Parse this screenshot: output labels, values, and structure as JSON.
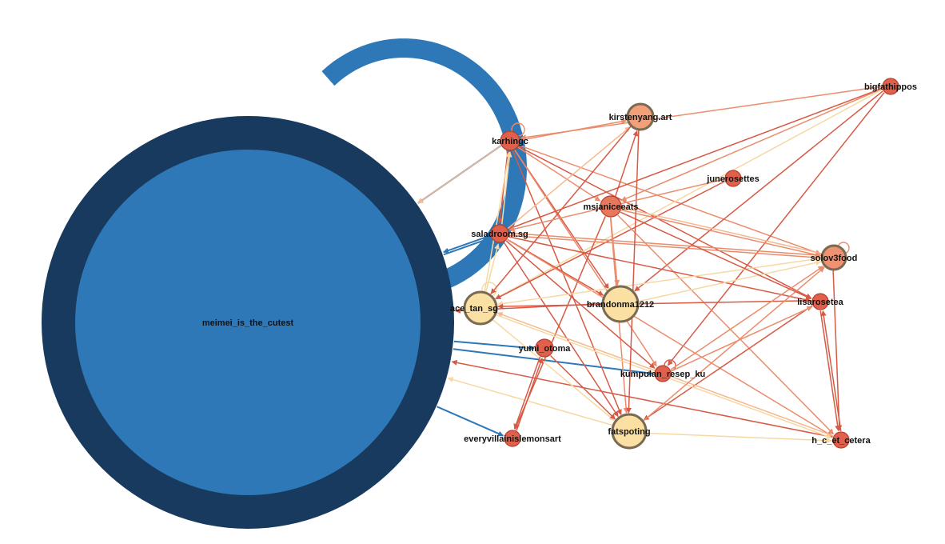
{
  "nodes": [
    {
      "id": "meimei",
      "label": "meimei_is_the_cutest",
      "color": "#2e78b7",
      "stroke": "#173a5e"
    },
    {
      "id": "karhingc",
      "label": "karhingc",
      "color": "#e0604b",
      "stroke": "#b3402f"
    },
    {
      "id": "kirstenyang",
      "label": "kirstenyang.art",
      "color": "#f1a07a",
      "stroke": "#7a6a52"
    },
    {
      "id": "bigfathippos",
      "label": "bigfathippos",
      "color": "#e0604b",
      "stroke": "#b3402f"
    },
    {
      "id": "junerosettes",
      "label": "junerosettes",
      "color": "#e0604b",
      "stroke": "#b3402f"
    },
    {
      "id": "msjaniceeats",
      "label": "msjaniceeats",
      "color": "#e8785c",
      "stroke": "#b3402f"
    },
    {
      "id": "saladroom",
      "label": "saladroom.sg",
      "color": "#e0604b",
      "stroke": "#b3402f"
    },
    {
      "id": "solov3food",
      "label": "solov3food",
      "color": "#ef9273",
      "stroke": "#7a6a52"
    },
    {
      "id": "grace_tan",
      "label": "ace_tan_sg",
      "color": "#fbe0a4",
      "stroke": "#7a6a52"
    },
    {
      "id": "brandonma",
      "label": "brandonma1212",
      "color": "#fbe0a4",
      "stroke": "#7a6a52"
    },
    {
      "id": "lisarosetea",
      "label": "lisarosetea",
      "color": "#e0604b",
      "stroke": "#b3402f"
    },
    {
      "id": "yumi_otoma",
      "label": "yumi_otoma",
      "color": "#e0604b",
      "stroke": "#b3402f"
    },
    {
      "id": "kumpulan",
      "label": "kumpulan_resep_ku",
      "color": "#e0604b",
      "stroke": "#b3402f"
    },
    {
      "id": "fatspoting",
      "label": "fatspoting",
      "color": "#fbe0a4",
      "stroke": "#7a6a52"
    },
    {
      "id": "everyvillain",
      "label": "everyvillainislemonsart",
      "color": "#e0604b",
      "stroke": "#b3402f"
    },
    {
      "id": "h_c_et_cetera",
      "label": "h_c_et_cetera",
      "color": "#e0604b",
      "stroke": "#b3402f"
    }
  ],
  "edge_colors": {
    "blue": "#2e78b7",
    "red": "#d65a45",
    "salmon": "#eb8c6c",
    "peach": "#f4b990",
    "cream": "#f6d9a2"
  },
  "edges": [
    {
      "from": "karhingc",
      "to": "meimei",
      "c": "blue"
    },
    {
      "from": "saladroom",
      "to": "meimei",
      "c": "blue"
    },
    {
      "from": "meimei",
      "to": "yumi_otoma",
      "c": "blue"
    },
    {
      "from": "meimei",
      "to": "kumpulan",
      "c": "blue"
    },
    {
      "from": "meimei",
      "to": "everyvillain",
      "c": "blue"
    },
    {
      "from": "meimei",
      "to": "saladroom",
      "c": "blue"
    },
    {
      "from": "karhingc",
      "to": "saladroom",
      "c": "red"
    },
    {
      "from": "saladroom",
      "to": "karhingc",
      "c": "cream"
    },
    {
      "from": "grace_tan",
      "to": "karhingc",
      "c": "cream"
    },
    {
      "from": "karhingc",
      "to": "msjaniceeats",
      "c": "salmon"
    },
    {
      "from": "karhingc",
      "to": "brandonma",
      "c": "red"
    },
    {
      "from": "karhingc",
      "to": "fatspoting",
      "c": "red"
    },
    {
      "from": "karhingc",
      "to": "solov3food",
      "c": "salmon"
    },
    {
      "from": "karhingc",
      "to": "lisarosetea",
      "c": "red"
    },
    {
      "from": "karhingc",
      "to": "kumpulan",
      "c": "salmon"
    },
    {
      "from": "karhingc",
      "to": "meimei",
      "c": "peach"
    },
    {
      "from": "karhingc",
      "to": "kirstenyang",
      "c": "salmon"
    },
    {
      "from": "bigfathippos",
      "to": "karhingc",
      "c": "salmon"
    },
    {
      "from": "bigfathippos",
      "to": "saladroom",
      "c": "red"
    },
    {
      "from": "bigfathippos",
      "to": "msjaniceeats",
      "c": "salmon"
    },
    {
      "from": "bigfathippos",
      "to": "grace_tan",
      "c": "cream"
    },
    {
      "from": "bigfathippos",
      "to": "brandonma",
      "c": "red"
    },
    {
      "from": "bigfathippos",
      "to": "kumpulan",
      "c": "red"
    },
    {
      "from": "junerosettes",
      "to": "grace_tan",
      "c": "red"
    },
    {
      "from": "msjaniceeats",
      "to": "kirstenyang",
      "c": "red"
    },
    {
      "from": "msjaniceeats",
      "to": "fatspoting",
      "c": "salmon"
    },
    {
      "from": "msjaniceeats",
      "to": "solov3food",
      "c": "salmon"
    },
    {
      "from": "msjaniceeats",
      "to": "h_c_et_cetera",
      "c": "salmon"
    },
    {
      "from": "msjaniceeats",
      "to": "everyvillain",
      "c": "red"
    },
    {
      "from": "msjaniceeats",
      "to": "brandonma",
      "c": "salmon"
    },
    {
      "from": "saladroom",
      "to": "kirstenyang",
      "c": "peach"
    },
    {
      "from": "saladroom",
      "to": "brandonma",
      "c": "red"
    },
    {
      "from": "saladroom",
      "to": "lisarosetea",
      "c": "red"
    },
    {
      "from": "saladroom",
      "to": "solov3food",
      "c": "salmon"
    },
    {
      "from": "saladroom",
      "to": "fatspoting",
      "c": "red"
    },
    {
      "from": "saladroom",
      "to": "kumpulan",
      "c": "red"
    },
    {
      "from": "saladroom",
      "to": "h_c_et_cetera",
      "c": "salmon"
    },
    {
      "from": "solov3food",
      "to": "saladroom",
      "c": "salmon"
    },
    {
      "from": "solov3food",
      "to": "grace_tan",
      "c": "cream"
    },
    {
      "from": "solov3food",
      "to": "h_c_et_cetera",
      "c": "red"
    },
    {
      "from": "solov3food",
      "to": "msjaniceeats",
      "c": "peach"
    },
    {
      "from": "lisarosetea",
      "to": "grace_tan",
      "c": "red"
    },
    {
      "from": "lisarosetea",
      "to": "fatspoting",
      "c": "red"
    },
    {
      "from": "lisarosetea",
      "to": "h_c_et_cetera",
      "c": "red"
    },
    {
      "from": "h_c_et_cetera",
      "to": "lisarosetea",
      "c": "red"
    },
    {
      "from": "h_c_et_cetera",
      "to": "meimei",
      "c": "red"
    },
    {
      "from": "h_c_et_cetera",
      "to": "grace_tan",
      "c": "peach"
    },
    {
      "from": "grace_tan",
      "to": "h_c_et_cetera",
      "c": "cream"
    },
    {
      "from": "grace_tan",
      "to": "fatspoting",
      "c": "cream"
    },
    {
      "from": "grace_tan",
      "to": "saladroom",
      "c": "cream"
    },
    {
      "from": "fatspoting",
      "to": "meimei",
      "c": "cream"
    },
    {
      "from": "fatspoting",
      "to": "h_c_et_cetera",
      "c": "cream"
    },
    {
      "from": "fatspoting",
      "to": "solov3food",
      "c": "salmon"
    },
    {
      "from": "yumi_otoma",
      "to": "everyvillain",
      "c": "red"
    },
    {
      "from": "yumi_otoma",
      "to": "fatspoting",
      "c": "red"
    },
    {
      "from": "everyvillain",
      "to": "yumi_otoma",
      "c": "red"
    },
    {
      "from": "kumpulan",
      "to": "solov3food",
      "c": "salmon"
    },
    {
      "from": "kumpulan",
      "to": "lisarosetea",
      "c": "salmon"
    },
    {
      "from": "brandonma",
      "to": "meimei",
      "c": "red"
    },
    {
      "from": "brandonma",
      "to": "solov3food",
      "c": "cream"
    },
    {
      "from": "kirstenyang",
      "to": "fatspoting",
      "c": "red"
    },
    {
      "from": "kirstenyang",
      "to": "grace_tan",
      "c": "red"
    },
    {
      "from": "msjaniceeats",
      "to": "lisarosetea",
      "c": "red"
    },
    {
      "from": "junerosettes",
      "to": "saladroom",
      "c": "salmon"
    }
  ],
  "self_loops": [
    {
      "node": "meimei",
      "c": "blue"
    },
    {
      "node": "karhingc",
      "c": "salmon"
    },
    {
      "node": "solov3food",
      "c": "salmon"
    },
    {
      "node": "grace_tan",
      "c": "cream"
    },
    {
      "node": "kumpulan",
      "c": "red"
    }
  ]
}
